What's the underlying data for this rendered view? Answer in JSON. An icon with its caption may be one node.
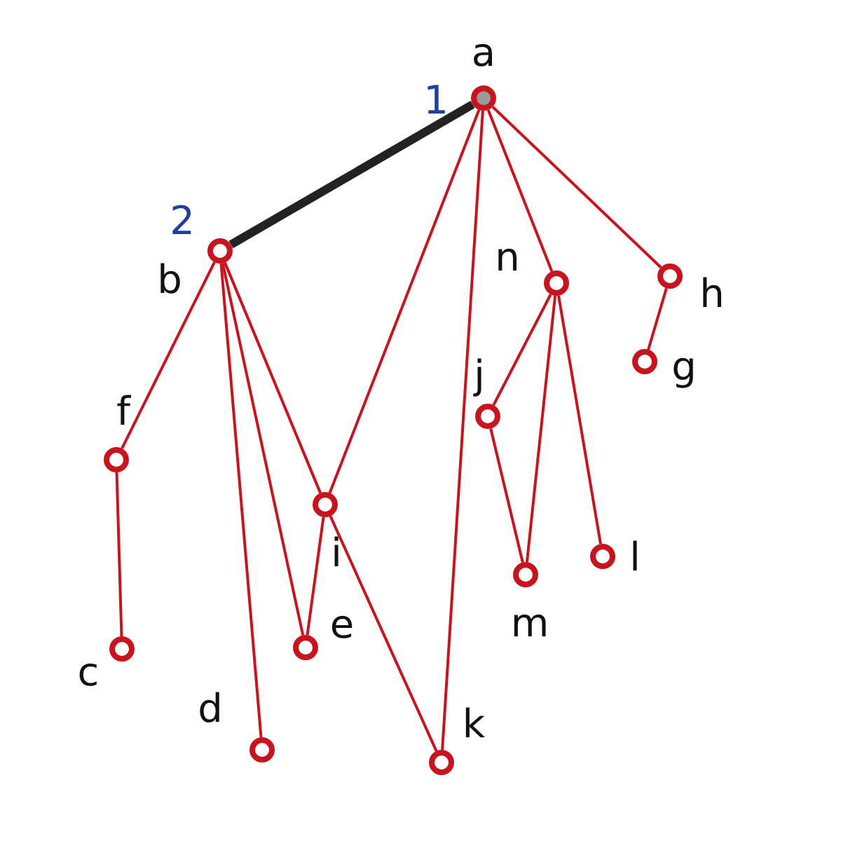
{
  "diagram": {
    "nodes": [
      {
        "text": [],
        "shape": "circle",
        "beside": [
          "a"
        ]
      },
      {
        "text": [],
        "shape": "circle",
        "beside": [
          "b"
        ]
      },
      {
        "text": [],
        "shape": "circle",
        "beside": [
          "n"
        ]
      },
      {
        "text": [],
        "shape": "circle",
        "beside": [
          "h"
        ]
      },
      {
        "text": [],
        "shape": "circle",
        "beside": [
          "g"
        ]
      },
      {
        "text": [],
        "shape": "circle",
        "beside": [
          "j"
        ]
      },
      {
        "text": [],
        "shape": "circle",
        "beside": [
          "f"
        ]
      },
      {
        "text": [],
        "shape": "circle",
        "beside": [
          "i"
        ]
      },
      {
        "text": [],
        "shape": "circle",
        "beside": [
          "l"
        ]
      },
      {
        "text": [],
        "shape": "circle",
        "beside": [
          "m"
        ]
      },
      {
        "text": [],
        "shape": "circle",
        "beside": [
          "c"
        ]
      },
      {
        "text": [],
        "shape": "circle",
        "beside": [
          "e"
        ]
      },
      {
        "text": [],
        "shape": "circle",
        "beside": [
          "d"
        ]
      },
      {
        "text": [],
        "shape": "circle",
        "beside": [
          "k"
        ]
      }
    ],
    "edges": [
      {
        "from": 0,
        "to": 1,
        "arrow": "none",
        "style": "thick",
        "color": "#222222"
      },
      {
        "from": 0,
        "to": 7,
        "arrow": "none"
      },
      {
        "from": 0,
        "to": 13,
        "arrow": "none"
      },
      {
        "from": 0,
        "to": 2,
        "arrow": "none"
      },
      {
        "from": 0,
        "to": 3,
        "arrow": "none"
      },
      {
        "from": 3,
        "to": 4,
        "arrow": "none"
      },
      {
        "from": 2,
        "to": 5,
        "arrow": "none"
      },
      {
        "from": 2,
        "to": 9,
        "arrow": "none"
      },
      {
        "from": 2,
        "to": 8,
        "arrow": "none"
      },
      {
        "from": 5,
        "to": 9,
        "arrow": "none"
      },
      {
        "from": 1,
        "to": 6,
        "arrow": "none"
      },
      {
        "from": 6,
        "to": 10,
        "arrow": "none"
      },
      {
        "from": 1,
        "to": 12,
        "arrow": "none"
      },
      {
        "from": 1,
        "to": 11,
        "arrow": "none"
      },
      {
        "from": 1,
        "to": 7,
        "arrow": "none"
      },
      {
        "from": 7,
        "to": 11,
        "arrow": "none"
      },
      {
        "from": 7,
        "to": 13,
        "arrow": "none"
      }
    ],
    "labels": [
      "1",
      "2"
    ]
  }
}
